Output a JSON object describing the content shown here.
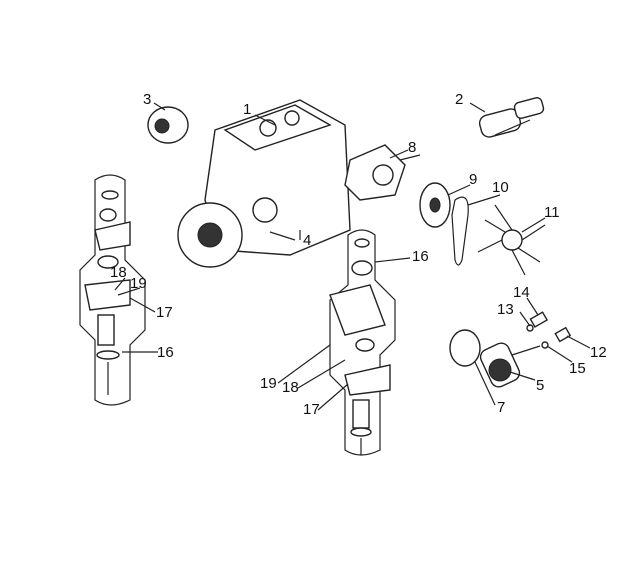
{
  "labels": {
    "p1": "1",
    "p2": "2",
    "p3": "3",
    "p4": "4",
    "p5": "5",
    "p7": "7",
    "p8": "8",
    "p9": "9",
    "p10": "10",
    "p11": "11",
    "p12": "12",
    "p13": "13",
    "p14": "14",
    "p15": "15",
    "p16a": "16",
    "p16b": "16",
    "p17a": "17",
    "p17b": "17",
    "p18a": "18",
    "p18b": "18",
    "p19a": "19",
    "p19b": "19"
  }
}
